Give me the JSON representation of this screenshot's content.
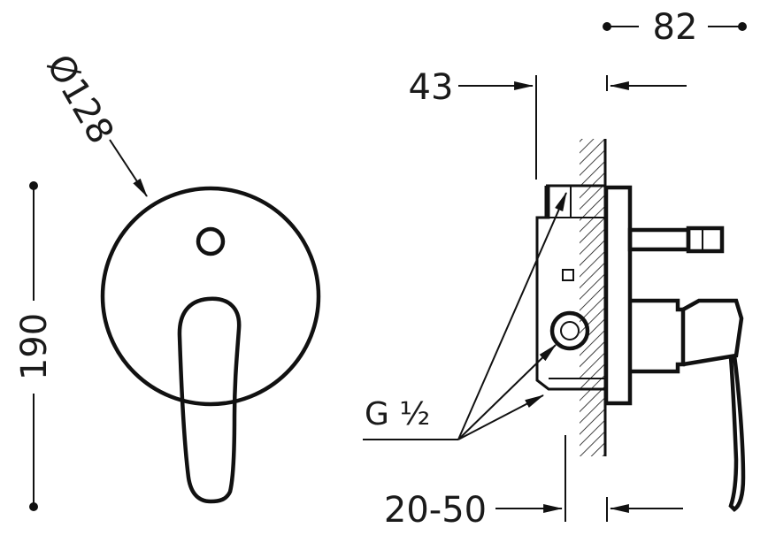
{
  "dimensions": {
    "plate_diameter": "Ø128",
    "height": "190",
    "total_depth": "82",
    "body_depth": "43",
    "thread": "G ½",
    "wall_range": "20-50"
  }
}
